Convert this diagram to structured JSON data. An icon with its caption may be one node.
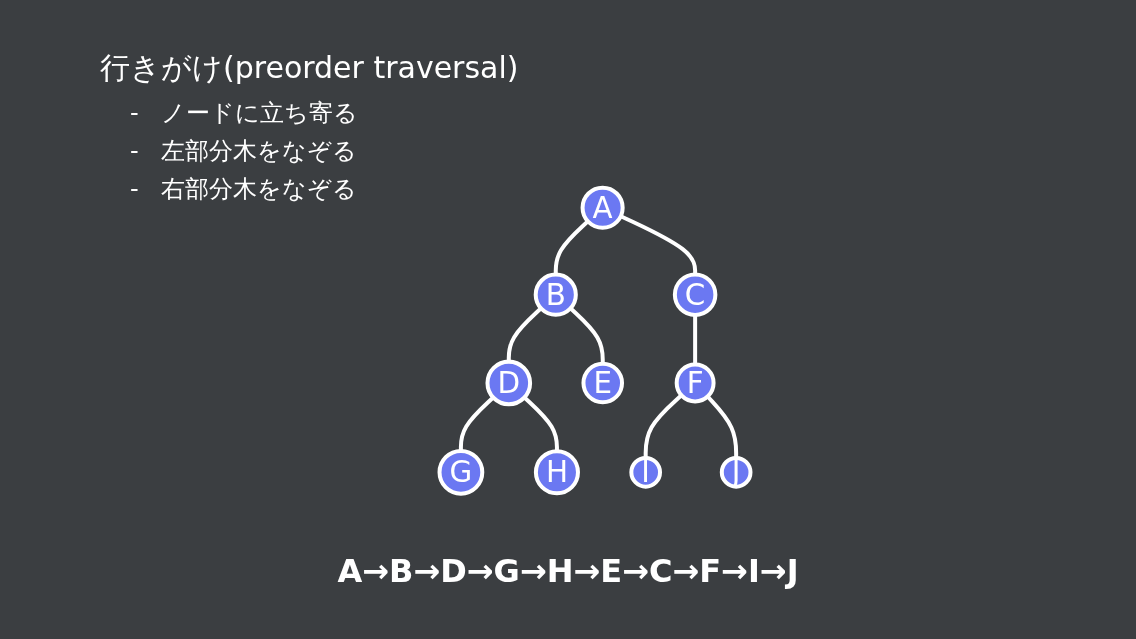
{
  "diagram": {
    "title": "行きがけ(preorder traversal)",
    "caption": "A→B→D→G→H→E→C→F→I→J",
    "nodes": [
      {
        "text": [
          "A"
        ]
      },
      {
        "text": [
          "B"
        ]
      },
      {
        "text": [
          "C"
        ]
      },
      {
        "text": [
          "D"
        ]
      },
      {
        "text": [
          "E"
        ]
      },
      {
        "text": [
          "F"
        ]
      },
      {
        "text": [
          "G"
        ]
      },
      {
        "text": [
          "H"
        ]
      },
      {
        "text": [
          "I"
        ]
      },
      {
        "text": [
          "J"
        ]
      }
    ],
    "edges": [
      {
        "from": 0,
        "to": 1,
        "arrow": "none"
      },
      {
        "from": 0,
        "to": 2,
        "arrow": "none"
      },
      {
        "from": 1,
        "to": 3,
        "arrow": "none"
      },
      {
        "from": 1,
        "to": 4,
        "arrow": "none"
      },
      {
        "from": 2,
        "to": 5,
        "arrow": "none"
      },
      {
        "from": 3,
        "to": 6,
        "arrow": "none"
      },
      {
        "from": 3,
        "to": 7,
        "arrow": "none"
      },
      {
        "from": 5,
        "to": 8,
        "arrow": "none"
      },
      {
        "from": 5,
        "to": 9,
        "arrow": "none"
      }
    ],
    "labels": [
      "-",
      "ノードに立ち寄る",
      "-",
      "左部分木をなぞる",
      "-",
      "右部分木をなぞる"
    ]
  }
}
